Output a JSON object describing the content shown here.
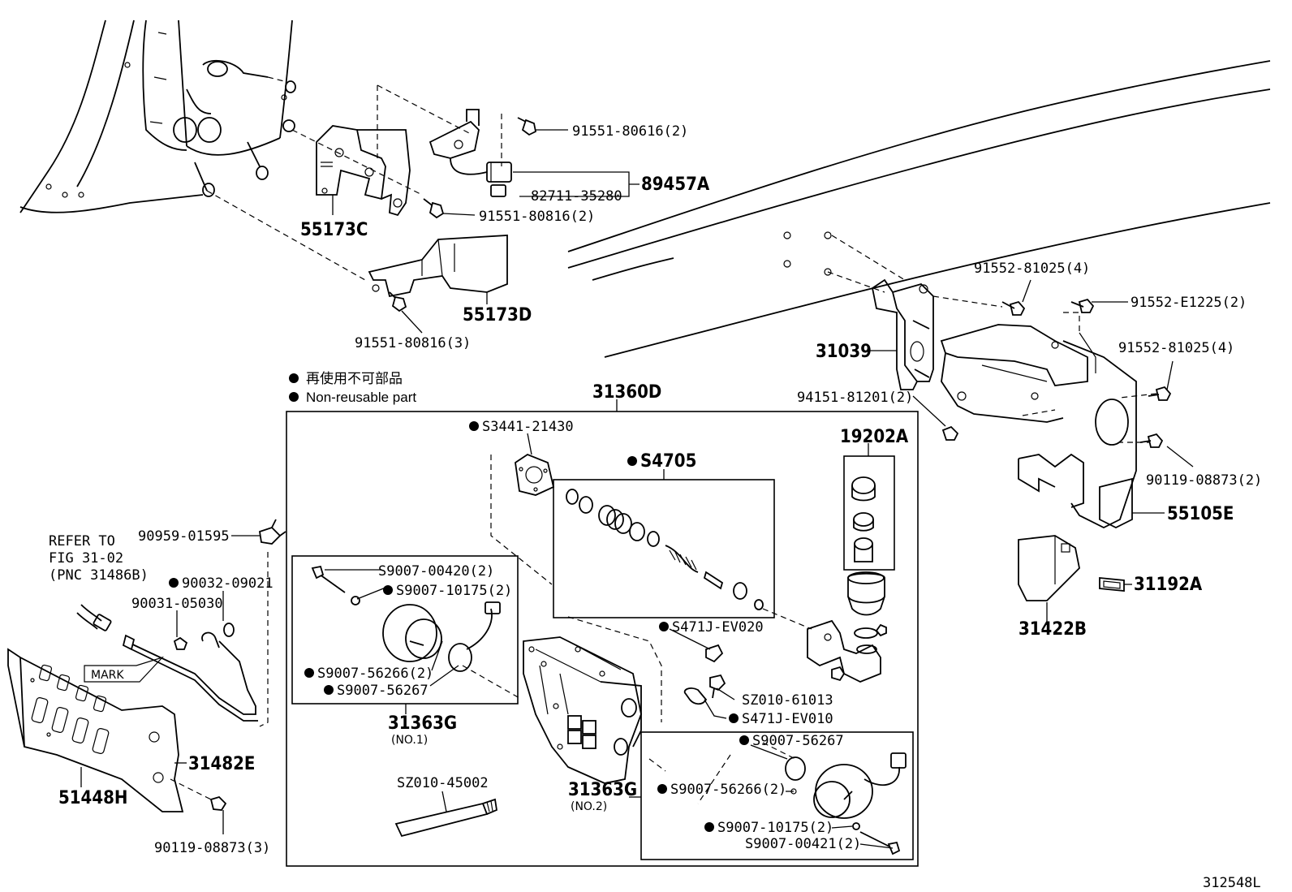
{
  "legend": {
    "jp": "再使用不可部品",
    "en": "Non-reusable part"
  },
  "figure_id": "312548L",
  "refer": {
    "line1": "REFER TO",
    "line2": "FIG 31-02",
    "line3": "(PNC 31486B)"
  },
  "mark_label": "MARK",
  "labels": {
    "p91551_80616": "91551-80616(2)",
    "p89457A": "89457A",
    "p82711_35280": "82711-35280",
    "p91551_80816_2": "91551-80816(2)",
    "p55173C": "55173C",
    "p55173D": "55173D",
    "p91551_80816_3": "91551-80816(3)",
    "p91552_81025_a": "91552-81025(4)",
    "p91552_E1225": "91552-E1225(2)",
    "p91552_81025_b": "91552-81025(4)",
    "p31039": "31039",
    "p94151_81201": "94151-81201(2)",
    "p90119_08873_2": "90119-08873(2)",
    "p55105E": "55105E",
    "p31192A": "31192A",
    "p31422B": "31422B",
    "p31360D": "31360D",
    "p19202A": "19202A",
    "pS3441_21430": "S3441-21430",
    "pS4705": "S4705",
    "pS9007_00420": "S9007-00420(2)",
    "pS9007_10175_a": "S9007-10175(2)",
    "pS9007_56266_a": "S9007-56266(2)",
    "pS9007_56267_a": "S9007-56267",
    "p31363G_1": "31363G",
    "p31363G_1_sub": "(NO.1)",
    "pS471J_EV020": "S471J-EV020",
    "pSZ010_61013": "SZ010-61013",
    "pS471J_EV010": "S471J-EV010",
    "pS9007_56267_b": "S9007-56267",
    "pS9007_56266_b": "S9007-56266(2)",
    "pS9007_10175_b": "S9007-10175(2)",
    "pS9007_00421": "S9007-00421(2)",
    "pSZ010_45002": "SZ010-45002",
    "p31363G_2": "31363G",
    "p31363G_2_sub": "(NO.2)",
    "p90959_01595": "90959-01595",
    "p90032_09021": "90032-09021",
    "p90031_05030": "90031-05030",
    "p31482E": "31482E",
    "p51448H": "51448H",
    "p90119_08873_3": "90119-08873(3)"
  }
}
